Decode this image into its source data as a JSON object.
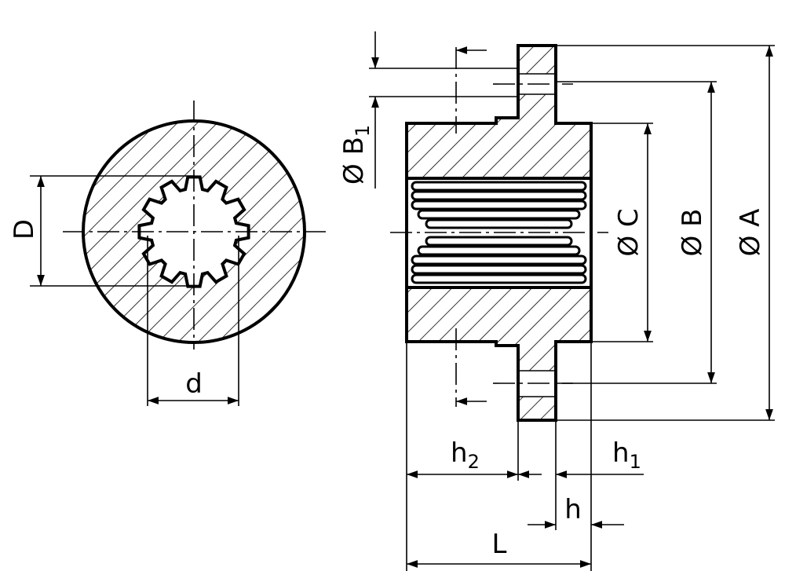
{
  "labels": {
    "D": "D",
    "d": "d",
    "diam_B1": "Ø B",
    "diam_B1_sub": "1",
    "diam_C": "Ø C",
    "diam_B": "Ø B",
    "diam_A": "Ø A",
    "h2": "h",
    "h2_sub": "2",
    "h1": "h",
    "h1_sub": "1",
    "h": "h",
    "L": "L"
  }
}
